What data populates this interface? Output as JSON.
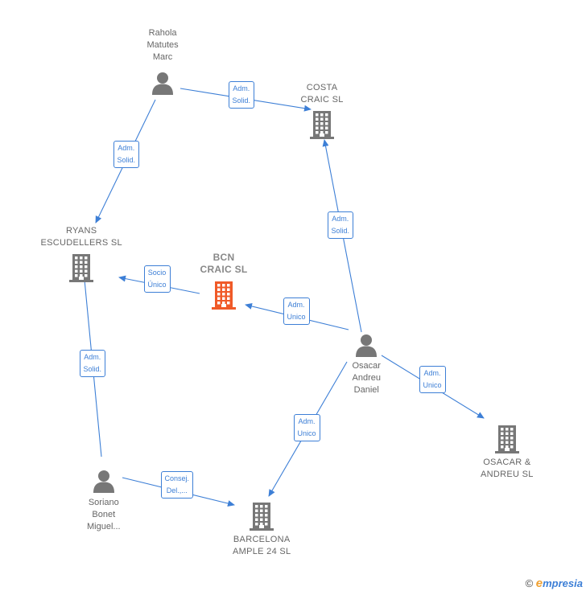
{
  "colors": {
    "edge": "#3d7fd6",
    "person": "#777777",
    "company": "#777777",
    "focus_company": "#f05a28"
  },
  "nodes": [
    {
      "id": "rahola",
      "kind": "person",
      "label": "Rahola\nMatutes\nMarc"
    },
    {
      "id": "costa",
      "kind": "company",
      "label": "COSTA\nCRAIC SL"
    },
    {
      "id": "ryans",
      "kind": "company",
      "label": "RYANS\nESCUDELLERS SL"
    },
    {
      "id": "bcn",
      "kind": "focus_company",
      "label": "BCN\nCRAIC SL"
    },
    {
      "id": "oscar",
      "kind": "person",
      "label": "Osacar\nAndreu\nDaniel"
    },
    {
      "id": "osacar_sl",
      "kind": "company",
      "label": "OSACAR &\nANDREU SL"
    },
    {
      "id": "soriano",
      "kind": "person",
      "label": "Soriano\nBonet\nMiguel..."
    },
    {
      "id": "barcelona",
      "kind": "company",
      "label": "BARCELONA\nAMPLE 24 SL"
    }
  ],
  "edges": [
    {
      "id": "e1",
      "from": "rahola",
      "to": "costa",
      "label": "Adm.\nSolid."
    },
    {
      "id": "e2",
      "from": "rahola",
      "to": "ryans",
      "label": "Adm.\nSolid."
    },
    {
      "id": "e3",
      "from": "bcn",
      "to": "ryans",
      "label": "Socio\nÚnico"
    },
    {
      "id": "e4",
      "from": "oscar",
      "to": "costa",
      "label": "Adm.\nSolid."
    },
    {
      "id": "e5",
      "from": "oscar",
      "to": "bcn",
      "label": "Adm.\nUnico"
    },
    {
      "id": "e6",
      "from": "oscar",
      "to": "osacar_sl",
      "label": "Adm.\nUnico"
    },
    {
      "id": "e7",
      "from": "oscar",
      "to": "barcelona",
      "label": "Adm.\nUnico"
    },
    {
      "id": "e8",
      "from": "soriano",
      "to": "ryans",
      "label": "Adm.\nSolid."
    },
    {
      "id": "e9",
      "from": "soriano",
      "to": "barcelona",
      "label": "Consej.\nDel.,..."
    }
  ],
  "footer": {
    "copyright_symbol": "©",
    "brand_initial": "e",
    "brand_rest": "mpresia"
  }
}
